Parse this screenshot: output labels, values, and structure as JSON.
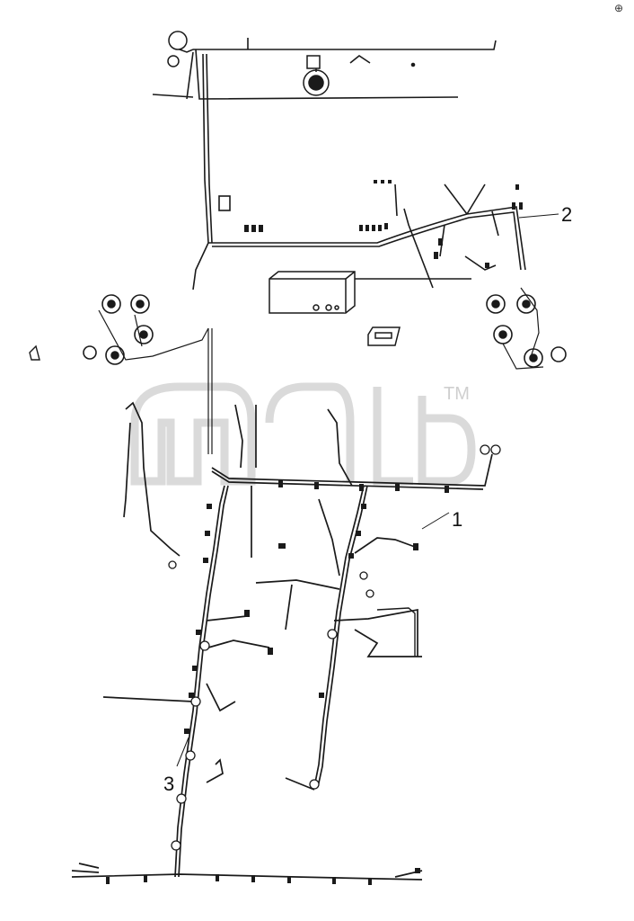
{
  "callouts": {
    "one": "1",
    "two": "2",
    "three": "3"
  },
  "watermark": {
    "trademark": "TM"
  },
  "colors": {
    "line": "#1a1a1a",
    "watermark": "#d4d4d4",
    "connector_fill": "#ffffff"
  }
}
